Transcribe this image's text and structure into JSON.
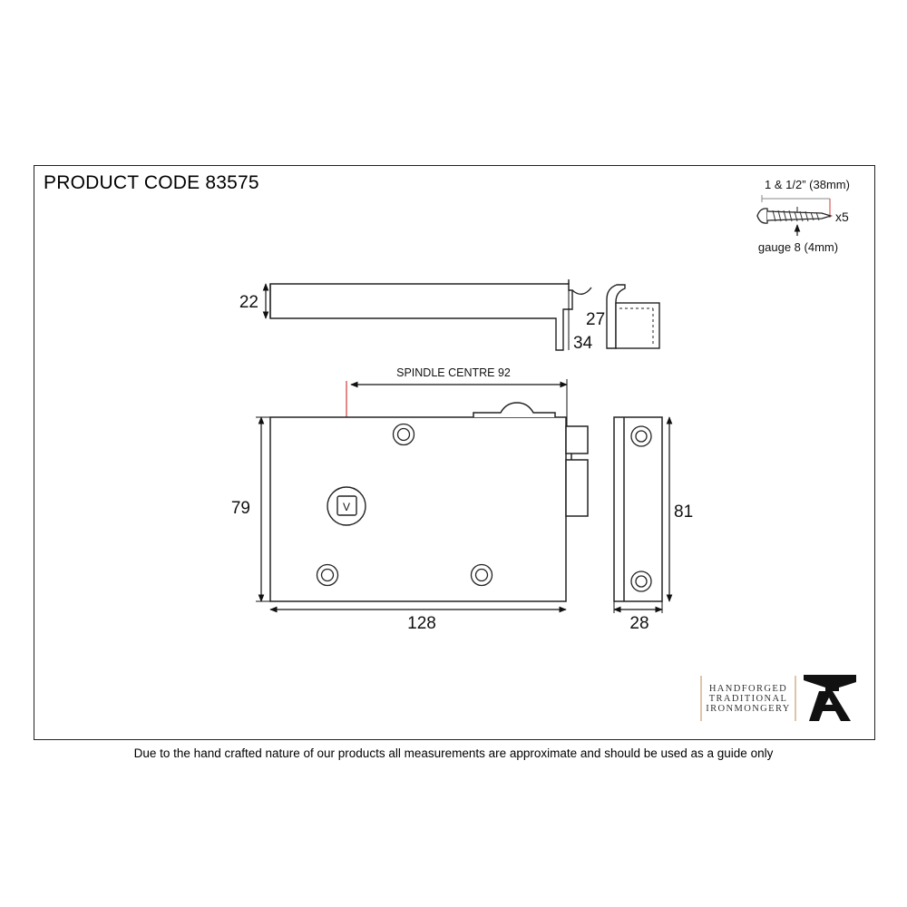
{
  "title": "PRODUCT CODE 83575",
  "screw_spec": {
    "length": "1 & 1/2” (38mm)",
    "quantity": "x5",
    "gauge": "gauge 8 (4mm)"
  },
  "keep": {
    "height": "22",
    "depth": "34",
    "side_height": "27"
  },
  "lock_body": {
    "spindle_label": "SPINDLE CENTRE 92",
    "height": "79",
    "width": "128",
    "keyhole_mark": "V"
  },
  "side_view": {
    "height": "81",
    "depth": "28"
  },
  "logo": {
    "line1": "HANDFORGED",
    "line2": "TRADITIONAL",
    "line3": "IRONMONGERY",
    "mark": "A"
  },
  "disclaimer": "Due to the hand crafted nature of our products all measurements are approximate and should be used as a guide only",
  "colors": {
    "line": "#222222",
    "accent_red": "#d23a3a",
    "logo_rule": "#c8a070"
  }
}
